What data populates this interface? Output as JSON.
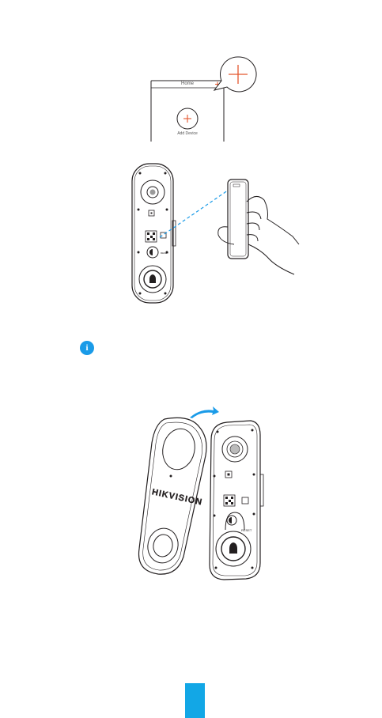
{
  "step1": {
    "screen_title": "Home",
    "add_device_label": "Add Device"
  },
  "step3": {
    "brand_logo": "HIKVISION",
    "reset_label": "RESET"
  },
  "icons": {
    "info": "info-icon",
    "plus": "plus-icon",
    "rotate_arrow": "rotate-arrow-icon"
  },
  "colors": {
    "accent_orange": "#e4572e",
    "accent_blue": "#1a9be8",
    "tab_blue": "#12a7e6",
    "line": "#231f20"
  },
  "info_glyph": "i"
}
